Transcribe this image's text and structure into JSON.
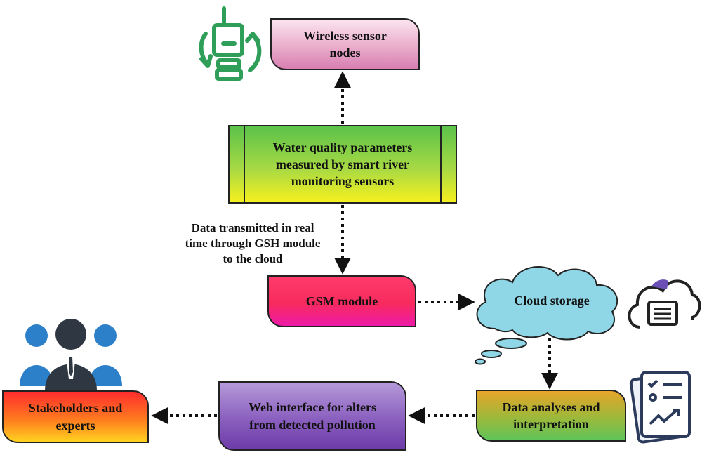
{
  "nodes": {
    "wireless_sensor_nodes": [
      "Wireless sensor",
      "nodes"
    ],
    "water_quality": [
      "Water quality parameters",
      "measured by smart river",
      "monitoring sensors"
    ],
    "gsm_module": "GSM module",
    "cloud_storage": "Cloud storage",
    "data_analyses": [
      "Data analyses and",
      "interpretation"
    ],
    "web_interface": [
      "Web interface for alters",
      "from detected pollution"
    ],
    "stakeholders": [
      "Stakeholders and",
      "experts"
    ]
  },
  "annotations": {
    "transmission": [
      "Data transmitted in real",
      "time through GSH module",
      "to the cloud"
    ]
  },
  "icons": {
    "sensor": "sensor-device-icon",
    "cloud_server": "cloud-server-icon",
    "report": "report-checklist-icon",
    "people": "people-group-icon"
  },
  "colors": {
    "sensor_icon": "#2e9e58",
    "cloud_fill": "#8fd6e6",
    "people_blue": "#2c7fc9",
    "people_dark": "#2f3742"
  }
}
